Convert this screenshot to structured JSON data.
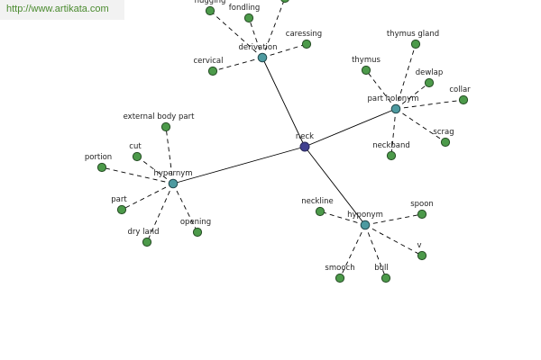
{
  "source_url": "http://www.artikata.com",
  "colors": {
    "center": "#404090",
    "hub": "#4d9aa0",
    "leaf": "#4c9a4a",
    "edge": "#000000",
    "url_text": "#4a8a2e"
  },
  "center": {
    "label": "neck"
  },
  "hubs": [
    {
      "id": "derivation",
      "label": "derivation",
      "leaves": [
        "nugging",
        "fondling",
        "caressing",
        "cervical",
        ""
      ]
    },
    {
      "id": "part-holonym",
      "label": "part holonym",
      "leaves": [
        "thymus gland",
        "thymus",
        "dewlap",
        "collar",
        "scrag",
        "neckband"
      ]
    },
    {
      "id": "hypernym",
      "label": "hypernym",
      "leaves": [
        "external body part",
        "cut",
        "portion",
        "part",
        "dry land",
        "opening"
      ]
    },
    {
      "id": "hyponym",
      "label": "hyponym",
      "leaves": [
        "neckline",
        "spoon",
        "v",
        "bull",
        "smooch"
      ]
    }
  ]
}
